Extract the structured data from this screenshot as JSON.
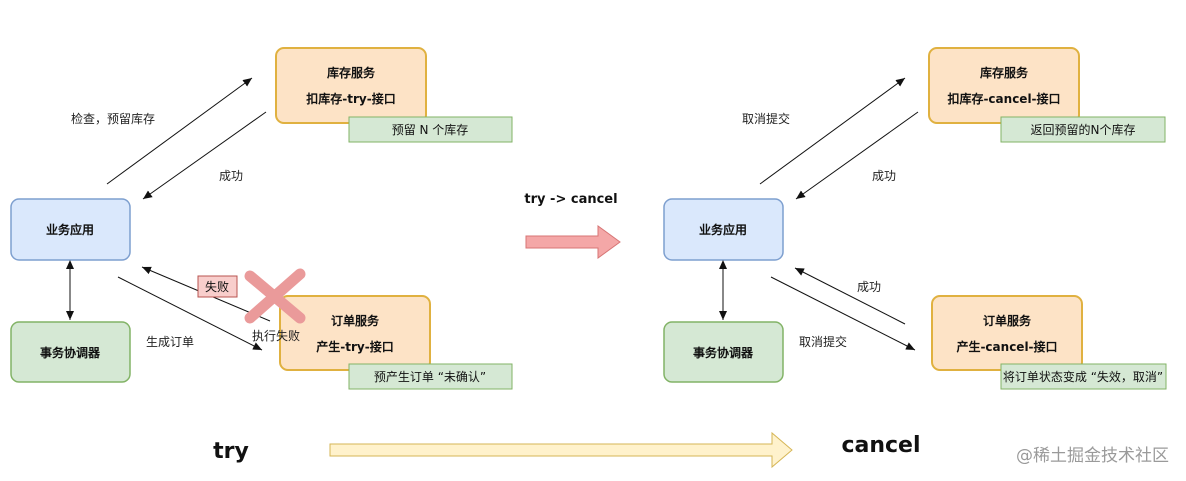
{
  "left": {
    "inventory": {
      "title": "库存服务",
      "api": "扣库存-try-接口",
      "note": "预留 N 个库存"
    },
    "app": {
      "label": "业务应用"
    },
    "coordinator": {
      "label": "事务协调器"
    },
    "order": {
      "title": "订单服务",
      "api": "产生-try-接口",
      "note": "预产生订单 “未确认”"
    },
    "edges": {
      "check_reserve": "检查，预留库存",
      "success": "成功",
      "fail": "失败",
      "exec_fail": "执行失败",
      "create_order": "生成订单"
    }
  },
  "transition": {
    "label": "try -> cancel"
  },
  "right": {
    "inventory": {
      "title": "库存服务",
      "api": "扣库存-cancel-接口",
      "note": "返回预留的N个库存"
    },
    "app": {
      "label": "业务应用"
    },
    "coordinator": {
      "label": "事务协调器"
    },
    "order": {
      "title": "订单服务",
      "api": "产生-cancel-接口",
      "note": "将订单状态变成 “失效，取消”"
    },
    "edges": {
      "cancel_submit_top": "取消提交",
      "success_top": "成功",
      "success_bottom": "成功",
      "cancel_submit_bottom": "取消提交"
    }
  },
  "footer": {
    "try": "try",
    "cancel": "cancel"
  },
  "watermark": "@稀土掘金技术社区",
  "colors": {
    "service_fill": "#fde3c6",
    "service_stroke": "#e0b140",
    "app_fill": "#dae8fc",
    "app_stroke": "#7d9fcf",
    "coord_fill": "#d5e8d4",
    "coord_stroke": "#82b366",
    "note_fill": "#d5e8d4",
    "fail_fill": "#f8cecc",
    "fail_stroke": "#b85450",
    "cross": "#ea9a9a",
    "arrow_red": "#f4a7a7",
    "arrow_yellow": "#fff2cc"
  }
}
